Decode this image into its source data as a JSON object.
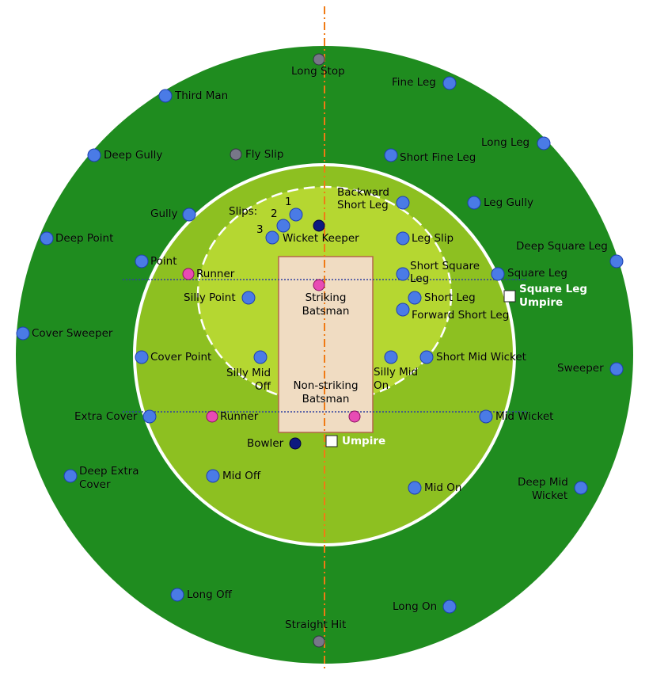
{
  "colors": {
    "outfield": "#1f8c1f",
    "infield": "#8dc021",
    "close_infield": "#b5d731",
    "boundary_ring": "#ffffff",
    "pitch": "#f0dcc2",
    "pitch_border": "#b4664a",
    "fielder": "#4a7be6",
    "fielder_stroke": "#1d3fb0",
    "keeper_bowler": "#0d1a80",
    "batsman": "#e84bb4",
    "optional": "#777788",
    "umpire": "#ffffff",
    "centre_line": "#f07a14",
    "crease_line": "#3040a0"
  },
  "icons": {
    "fielder": "blue-circle",
    "batsman": "pink-circle",
    "umpire": "white-square",
    "optional_fielder": "grey-circle"
  },
  "labels": {
    "long_stop": "Long Stop",
    "fine_leg": "Fine Leg",
    "third_man": "Third Man",
    "deep_gully": "Deep Gully",
    "fly_slip": "Fly Slip",
    "short_fine_leg": "Short Fine Leg",
    "long_leg": "Long Leg",
    "backward_short_leg_1": "Backward",
    "backward_short_leg_2": "Short Leg",
    "leg_gully": "Leg Gully",
    "gully": "Gully",
    "slips": "Slips:",
    "slip_1": "1",
    "slip_2": "2",
    "slip_3": "3",
    "wicket_keeper": "Wicket Keeper",
    "leg_slip": "Leg Slip",
    "deep_point": "Deep Point",
    "deep_square_leg": "Deep Square Leg",
    "point": "Point",
    "runner_top": "Runner",
    "short_square_leg_1": "Short Square",
    "short_square_leg_2": "Leg",
    "square_leg": "Square Leg",
    "square_leg_umpire_1": "Square Leg",
    "square_leg_umpire_2": "Umpire",
    "silly_point": "Silly Point",
    "striking_batsman_1": "Striking",
    "striking_batsman_2": "Batsman",
    "short_leg": "Short Leg",
    "forward_short_leg": "Forward Short Leg",
    "cover_sweeper": "Cover Sweeper",
    "cover_point": "Cover Point",
    "silly_mid_off_1": "Silly Mid",
    "silly_mid_off_2": "Off",
    "non_striking_batsman_1": "Non-striking",
    "non_striking_batsman_2": "Batsman",
    "silly_mid_on_1": "Silly Mid",
    "silly_mid_on_2": "On",
    "short_mid_wicket": "Short Mid Wicket",
    "sweeper": "Sweeper",
    "extra_cover": "Extra Cover",
    "runner_bottom": "Runner",
    "mid_wicket": "Mid Wicket",
    "bowler": "Bowler",
    "umpire": "Umpire",
    "deep_extra_cover_1": "Deep Extra",
    "deep_extra_cover_2": "Cover",
    "mid_off": "Mid Off",
    "mid_on": "Mid On",
    "deep_mid_wicket_1": "Deep Mid",
    "deep_mid_wicket_2": "Wicket",
    "long_off": "Long Off",
    "long_on": "Long On",
    "straight_hit": "Straight Hit"
  }
}
